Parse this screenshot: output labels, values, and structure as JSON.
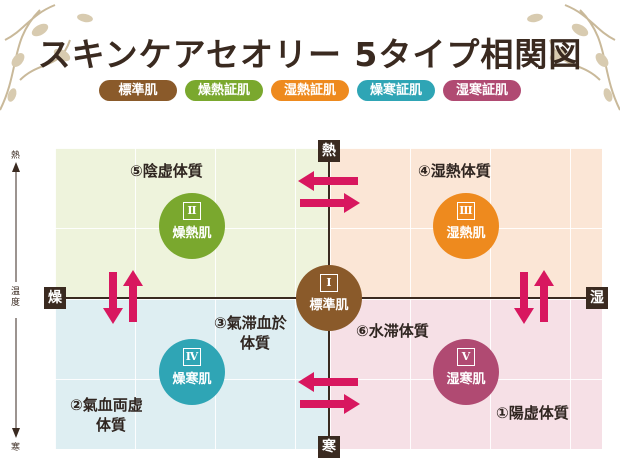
{
  "title": "スキンケアセオリー 5タイプ相関図",
  "legend": [
    {
      "label": "標準肌",
      "color": "#8a5a2a"
    },
    {
      "label": "燥熱証肌",
      "color": "#7aa82e"
    },
    {
      "label": "湿熱証肌",
      "color": "#ee8a1e"
    },
    {
      "label": "燥寒証肌",
      "color": "#2fa5b5"
    },
    {
      "label": "湿寒証肌",
      "color": "#b04a72"
    }
  ],
  "axes": {
    "top": "熱",
    "bottom": "寒",
    "left": "燥",
    "right": "湿",
    "side_top": "熱",
    "side_mid": "温度",
    "side_bottom": "寒"
  },
  "circles": {
    "center": {
      "num": "Ⅰ",
      "label": "標準肌",
      "color": "#8a5a2a"
    },
    "top_left": {
      "num": "Ⅱ",
      "label": "燥熱肌",
      "color": "#7aa82e"
    },
    "top_right": {
      "num": "Ⅲ",
      "label": "湿熱肌",
      "color": "#ee8a1e"
    },
    "bottom_left": {
      "num": "Ⅳ",
      "label": "燥寒肌",
      "color": "#2fa5b5"
    },
    "bottom_right": {
      "num": "Ⅴ",
      "label": "湿寒肌",
      "color": "#b04a72"
    }
  },
  "labels": {
    "q5": "⑤陰虚体質",
    "q4": "④湿熱体質",
    "q3a": "③氣滞血於",
    "q3b": "体質",
    "q6": "⑥水滞体質",
    "q2a": "②氣血両虚",
    "q2b": "体質",
    "q1": "①陽虚体質"
  },
  "colors": {
    "arrow": "#d8175f",
    "axis": "#3a2a20",
    "bg_top_left": "#eef3dc",
    "bg_top_right": "#fbe6d6",
    "bg_bottom_left": "#deeef2",
    "bg_bottom_right": "#f6e0e6"
  }
}
